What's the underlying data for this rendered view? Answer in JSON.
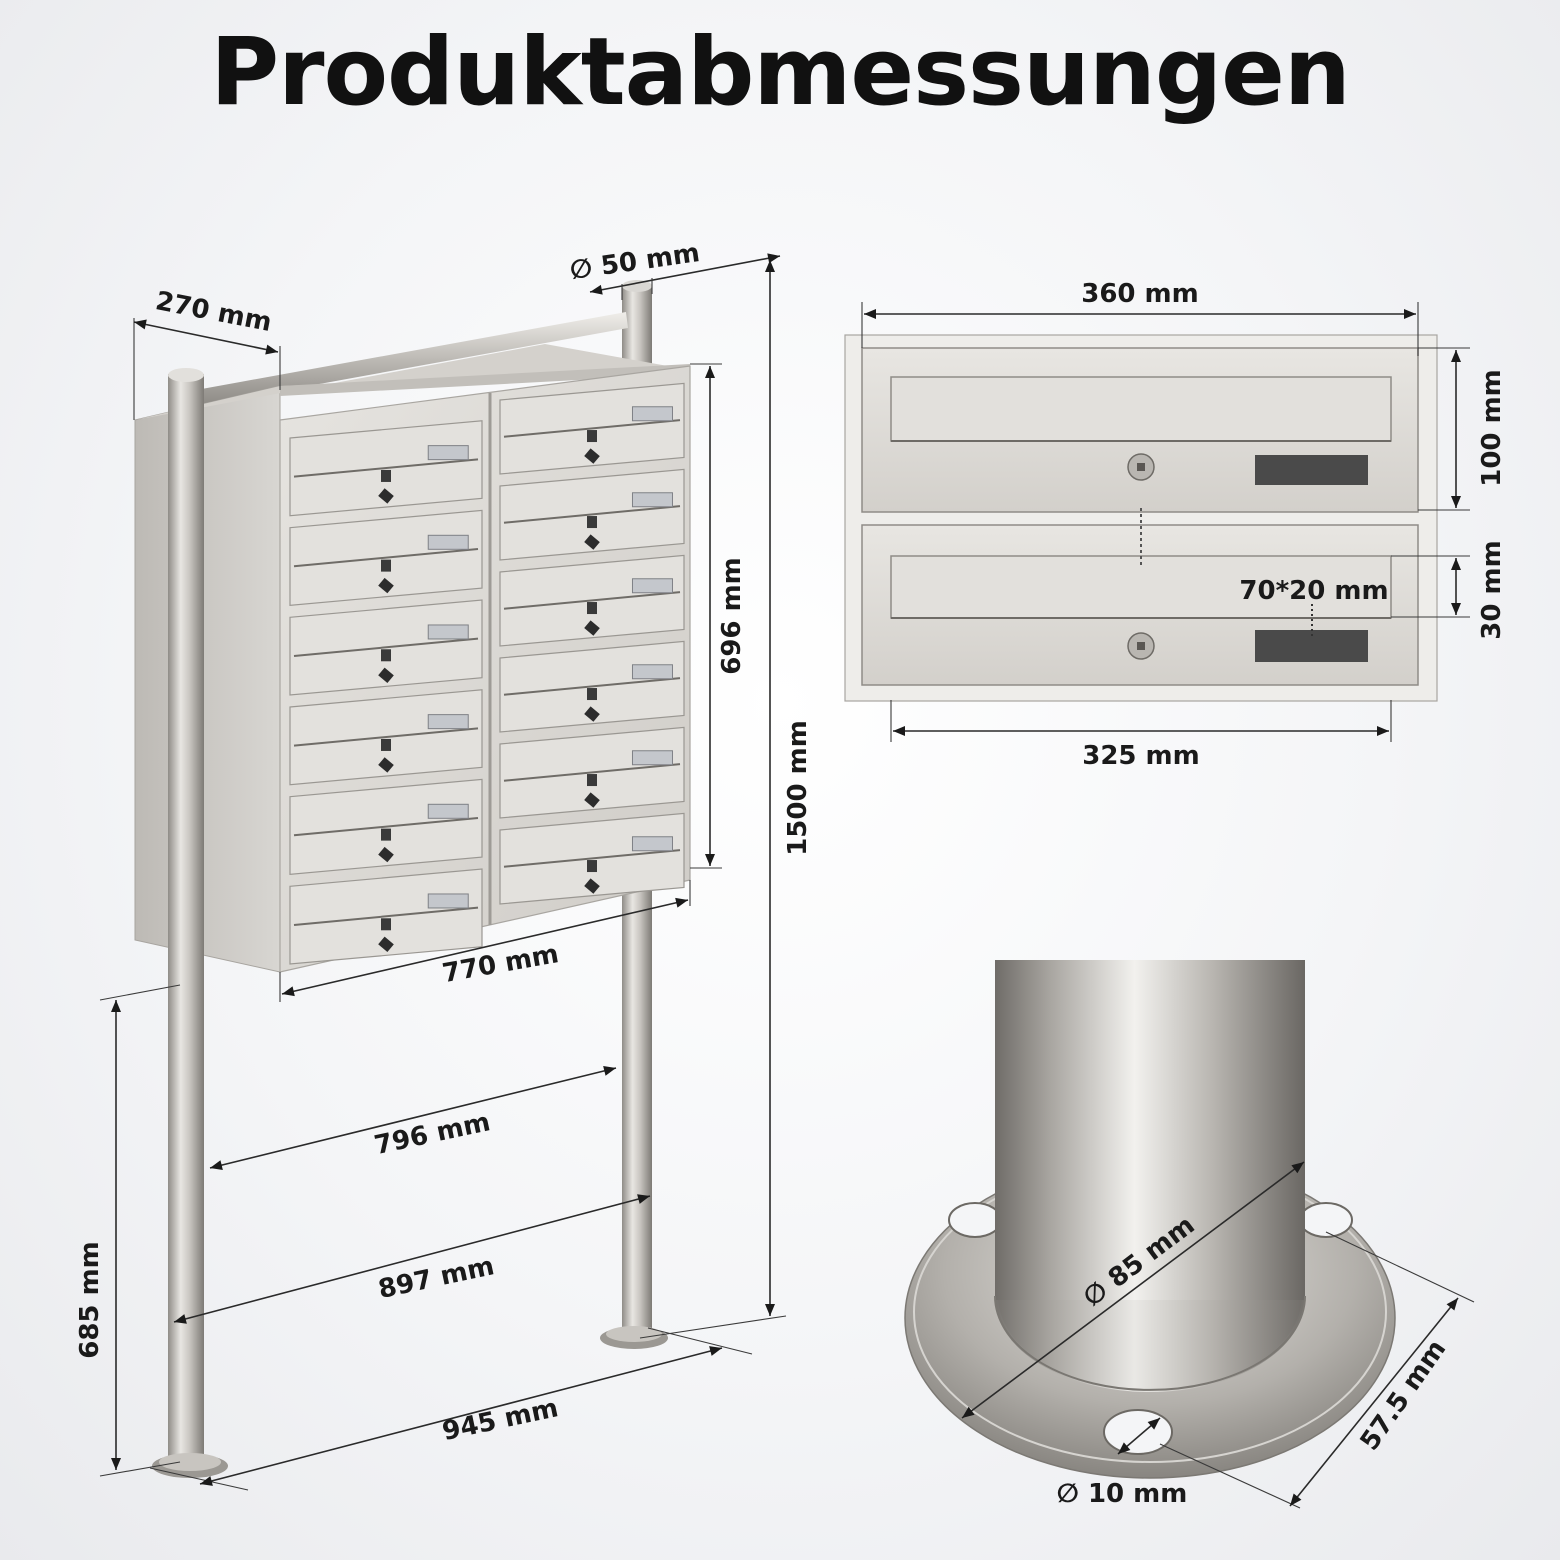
{
  "title": "Produktabmessungen",
  "main_view": {
    "depth": "270 mm",
    "rail_diameter": "∅ 50 mm",
    "box_height": "696 mm",
    "total_height": "1500 mm",
    "box_width": "770 mm",
    "inner_post_spacing": "796 mm",
    "post_spacing": "897 mm",
    "base_width": "945 mm",
    "bottom_clearance": "685 mm",
    "mailbox_count": 12
  },
  "front_view": {
    "outer_width": "360 mm",
    "inner_width": "325 mm",
    "box_height": "100 mm",
    "slot_height": "30 mm",
    "label_size": "70*20 mm"
  },
  "base_detail": {
    "post_diameter": "∅ 85 mm",
    "hole_diameter": "∅ 10 mm",
    "flange_size": "57.5 mm"
  },
  "colors": {
    "steel_light": "#dcdad6",
    "steel_mid": "#bfbcb7",
    "steel_dark": "#8d8a85",
    "label_dark": "#4a4a4a"
  }
}
